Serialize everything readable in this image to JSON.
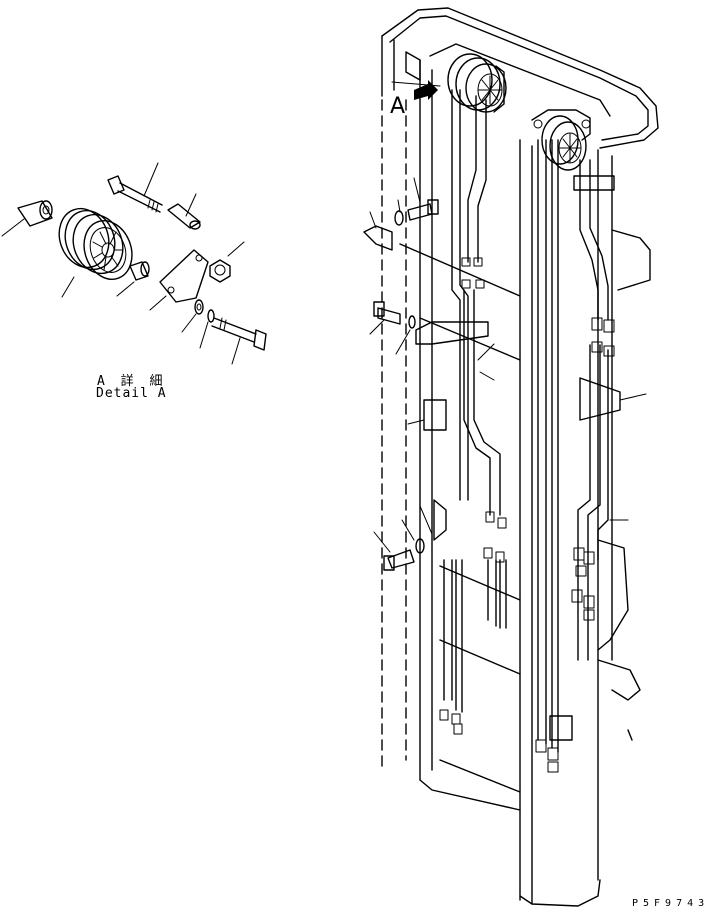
{
  "detail": {
    "label_jp": "A 詳 細",
    "label_en": "Detail A"
  },
  "view_marker": "A",
  "drawing_code": "P5F9743"
}
